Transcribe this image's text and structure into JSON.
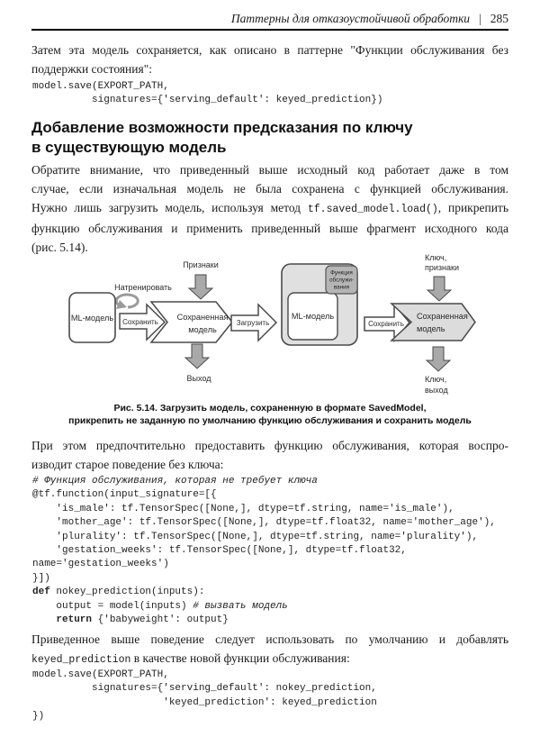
{
  "header": {
    "title": "Паттерны для отказоустойчивой обработки",
    "separator": "|",
    "page_number": "285"
  },
  "para1_lines": [
    [
      {
        "s": "p",
        "t": "Затем эта модель сохраняется, как описано в паттерне \"Функции обслуживания без"
      }
    ],
    [
      {
        "s": "p",
        "t": "поддержки состояния\":"
      }
    ]
  ],
  "code1_lines": [
    [
      {
        "s": "p",
        "t": "model.save(EXPORT_PATH,"
      }
    ],
    [
      {
        "s": "p",
        "t": "          signatures={'serving_default': keyed_prediction})"
      }
    ]
  ],
  "section_heading_lines": [
    [
      {
        "s": "p",
        "t": "Добавление возможности предсказания по ключу"
      }
    ],
    [
      {
        "s": "p",
        "t": "в существующую модель"
      }
    ]
  ],
  "para2_lines": [
    [
      {
        "s": "p",
        "t": "Обратите внимание, что приведенный выше исходный код работает даже в том"
      }
    ],
    [
      {
        "s": "p",
        "t": "случае, если изначальная модель не была сохранена с функцией обслуживания."
      }
    ],
    [
      {
        "s": "p",
        "t": "Нужно лишь загрузить модель, используя метод "
      },
      {
        "s": "m",
        "t": "tf.saved_model.load()"
      },
      {
        "s": "p",
        "t": ", прикрепить"
      }
    ],
    [
      {
        "s": "p",
        "t": "функцию обслуживания и применить приведенный выше фрагмент исходного кода"
      }
    ],
    [
      {
        "s": "p",
        "t": "(рис. 5.14)."
      }
    ]
  ],
  "figure": {
    "train_label": "Натренировать",
    "features_label": "Признаки",
    "ml_model_label": "ML-модель",
    "save_label": "Сохранить",
    "saved_model_lines": [
      "Сохраненная",
      "модель"
    ],
    "output_label": "Выход",
    "load_label": "Загрузить",
    "serving_fn_lines": [
      "Функция",
      "обслужи-",
      "вания"
    ],
    "ml_model2_label": "ML-модель",
    "save2_label": "Сохранить",
    "saved_model2_lines": [
      "Сохраненная",
      "модель"
    ],
    "key_features_lines": [
      "Ключ,",
      "признаки"
    ],
    "key_output_lines": [
      "Ключ,",
      "выход"
    ],
    "colors": {
      "box_fill": "#ffffff",
      "container_fill": "#e0e0e0",
      "serving_fn_fill": "#b5b5b5",
      "chevron2_fill": "#dcdcdc",
      "fat_arrow_fill": "#a9a9a9",
      "stroke": "#4a4a4a",
      "loop_stroke": "#9b9b9b"
    }
  },
  "caption_lines": [
    [
      {
        "s": "p",
        "t": "Рис. 5.14. Загрузить модель, сохраненную в формате SavedModel,"
      }
    ],
    [
      {
        "s": "p",
        "t": "прикрепить не заданную по умолчанию функцию обслуживания и сохранить модель"
      }
    ]
  ],
  "para3_lines": [
    [
      {
        "s": "p",
        "t": "При этом предпочтительно предоставить функцию обслуживания, которая воспро-"
      }
    ],
    [
      {
        "s": "p",
        "t": "изводит старое поведение без ключа:"
      }
    ]
  ],
  "code2_lines": [
    [
      {
        "s": "c",
        "t": "# Функция обслуживания, которая не требует ключа"
      }
    ],
    [
      {
        "s": "p",
        "t": "@tf.function(input_signature=[{"
      }
    ],
    [
      {
        "s": "p",
        "t": "    'is_male': tf.TensorSpec([None,], dtype=tf.string, name='is_male'),"
      }
    ],
    [
      {
        "s": "p",
        "t": "    'mother_age': tf.TensorSpec([None,], dtype=tf.float32, name='mother_age'),"
      }
    ],
    [
      {
        "s": "p",
        "t": "    'plurality': tf.TensorSpec([None,], dtype=tf.string, name='plurality'),"
      }
    ],
    [
      {
        "s": "p",
        "t": "    'gestation_weeks': tf.TensorSpec([None,], dtype=tf.float32,"
      }
    ],
    [
      {
        "s": "p",
        "t": "name='gestation_weeks')"
      }
    ],
    [
      {
        "s": "p",
        "t": "}])"
      }
    ],
    [
      {
        "s": "k",
        "t": "def"
      },
      {
        "s": "p",
        "t": " nokey_prediction(inputs):"
      }
    ],
    [
      {
        "s": "p",
        "t": "    output = model(inputs) "
      },
      {
        "s": "c",
        "t": "# вызвать модель"
      }
    ],
    [
      {
        "s": "p",
        "t": "    "
      },
      {
        "s": "k",
        "t": "return"
      },
      {
        "s": "p",
        "t": " {'babyweight': output}"
      }
    ]
  ],
  "para4_lines": [
    [
      {
        "s": "p",
        "t": "Приведенное выше поведение следует использовать по умолчанию и добавлять"
      }
    ],
    [
      {
        "s": "m",
        "t": "keyed_prediction"
      },
      {
        "s": "p",
        "t": " в качестве новой функции обслуживания:"
      }
    ]
  ],
  "code3_lines": [
    [
      {
        "s": "p",
        "t": "model.save(EXPORT_PATH,"
      }
    ],
    [
      {
        "s": "p",
        "t": "          signatures={'serving_default': nokey_prediction,"
      }
    ],
    [
      {
        "s": "p",
        "t": "                      'keyed_prediction': keyed_prediction"
      }
    ],
    [
      {
        "s": "p",
        "t": "})"
      }
    ]
  ]
}
